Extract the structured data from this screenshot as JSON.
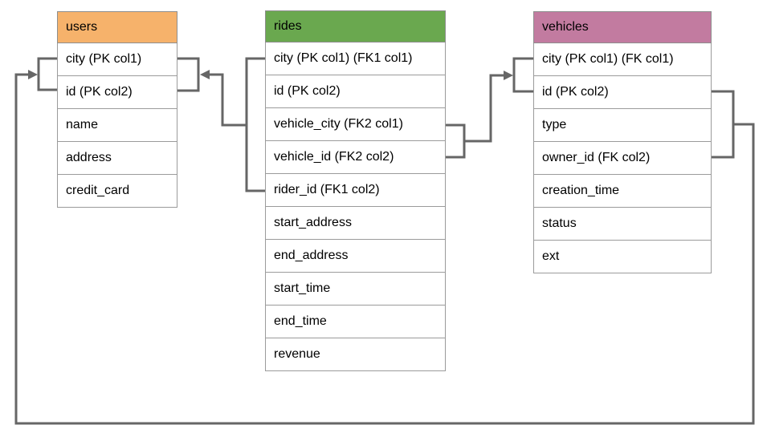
{
  "diagram": {
    "kind": "database-schema-er-diagram"
  },
  "tables": [
    {
      "name": "users",
      "header_color": "#f6b26b",
      "columns": [
        "city (PK col1)",
        "id (PK col2)",
        "name",
        "address",
        "credit_card"
      ]
    },
    {
      "name": "rides",
      "header_color": "#6aa84f",
      "columns": [
        "city (PK col1) (FK1 col1)",
        "id (PK col2)",
        "vehicle_city (FK2 col1)",
        "vehicle_id (FK2 col2)",
        "rider_id (FK1 col2)",
        "start_address",
        "end_address",
        "start_time",
        "end_time",
        "revenue"
      ]
    },
    {
      "name": "vehicles",
      "header_color": "#c27ba0",
      "columns": [
        "city (PK col1) (FK col1)",
        "id (PK col2)",
        "type",
        "owner_id (FK col2)",
        "creation_time",
        "status",
        "ext"
      ]
    }
  ],
  "relationships": [
    {
      "from_table": "rides",
      "from_columns": [
        "city (FK1 col1)",
        "rider_id (FK1 col2)"
      ],
      "to_table": "users",
      "to_columns": [
        "city (PK col1)",
        "id (PK col2)"
      ]
    },
    {
      "from_table": "rides",
      "from_columns": [
        "vehicle_city (FK2 col1)",
        "vehicle_id (FK2 col2)"
      ],
      "to_table": "vehicles",
      "to_columns": [
        "city (PK col1)",
        "id (PK col2)"
      ]
    },
    {
      "from_table": "vehicles",
      "from_columns": [
        "id (PK col2)",
        "owner_id (FK col2)"
      ],
      "to_table": "users",
      "to_columns": [
        "city (PK col1)",
        "id (PK col2)"
      ]
    }
  ],
  "colors": {
    "connector": "#666666",
    "table_border": "#9b9b9b",
    "background": "#ffffff",
    "text": "#000000"
  }
}
